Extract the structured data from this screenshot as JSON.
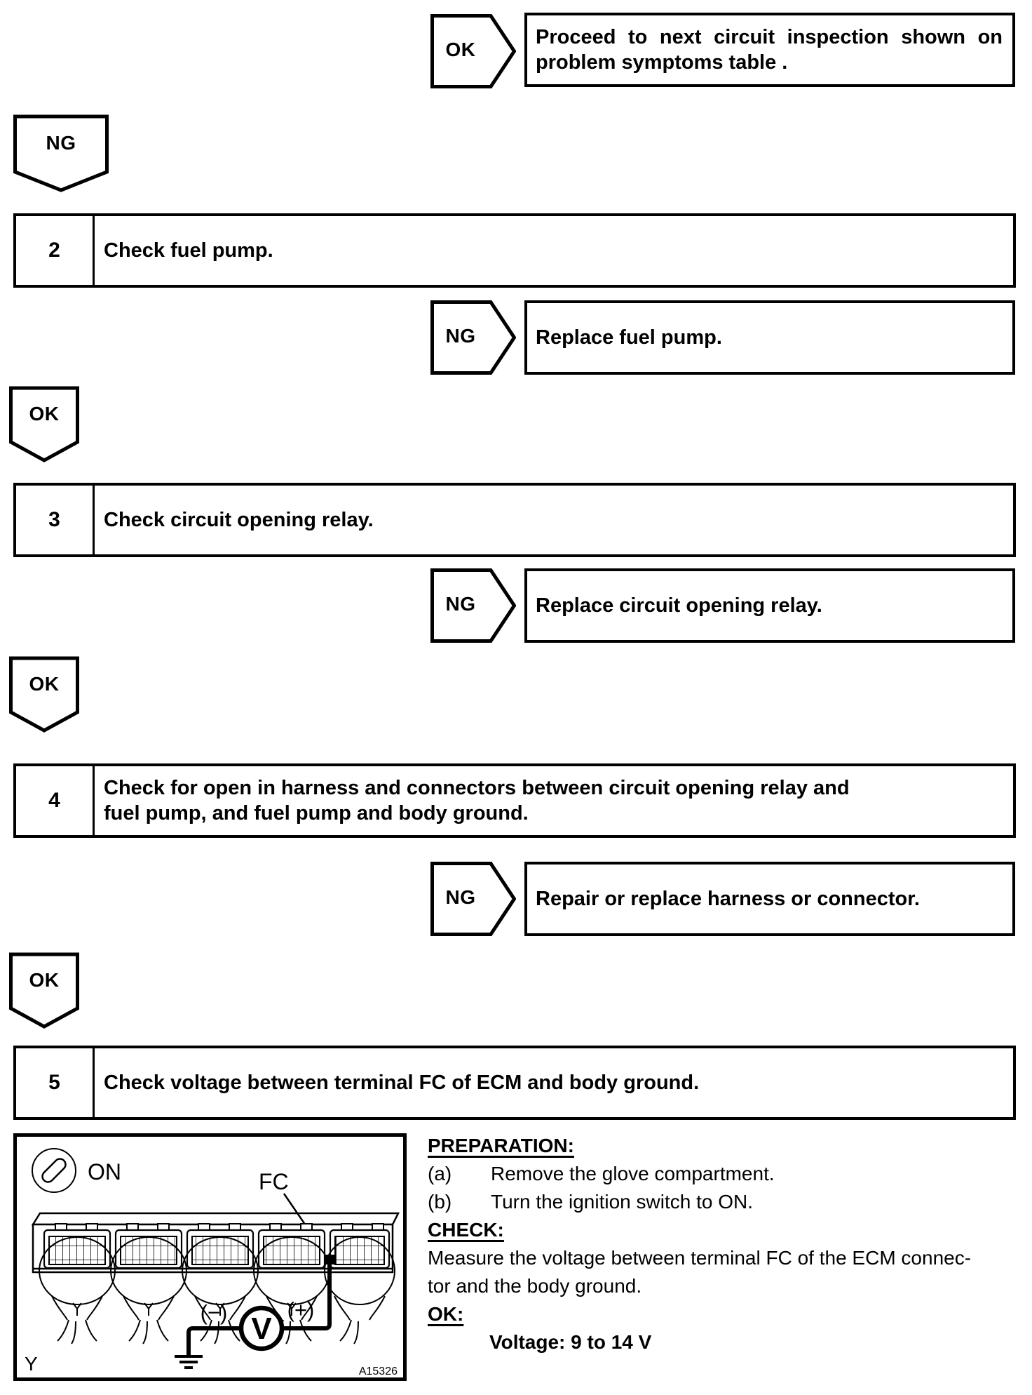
{
  "flowchart": {
    "tags": {
      "ok": "OK",
      "ng": "NG"
    },
    "top_result": {
      "line1": "Proceed to next circuit inspection shown on",
      "line2": "problem symptoms table ."
    },
    "steps": [
      {
        "number": "2",
        "title": "Check fuel pump."
      },
      {
        "number": "3",
        "title": "Check circuit opening relay."
      },
      {
        "number": "4",
        "title_line1": "Check for open in harness and connectors between circuit opening relay and",
        "title_line2": "fuel pump, and fuel pump and body ground."
      },
      {
        "number": "5",
        "title": "Check voltage between terminal FC of ECM and body ground."
      }
    ],
    "ng_results": [
      {
        "text": "Replace fuel pump."
      },
      {
        "text": "Replace circuit opening relay."
      },
      {
        "text": "Repair or replace harness or connector."
      }
    ]
  },
  "figure": {
    "ignition_position_label": "ON",
    "terminal_label": "FC",
    "negative_probe_label": "(−)",
    "positive_probe_label": "(+)",
    "voltmeter_label": "V",
    "page_corner_label": "Y",
    "figure_code": "A15326"
  },
  "instructions": {
    "preparation_heading": "PREPARATION:",
    "steps": [
      {
        "marker": "(a)",
        "text": "Remove the glove compartment."
      },
      {
        "marker": "(b)",
        "text": "Turn the ignition switch to ON."
      }
    ],
    "check_heading": "CHECK:",
    "check_line1": "Measure the voltage between terminal FC of the ECM connec-",
    "check_line2": "tor and the body ground.",
    "ok_heading": "OK:",
    "ok_spec": "Voltage: 9 to 14 V"
  }
}
